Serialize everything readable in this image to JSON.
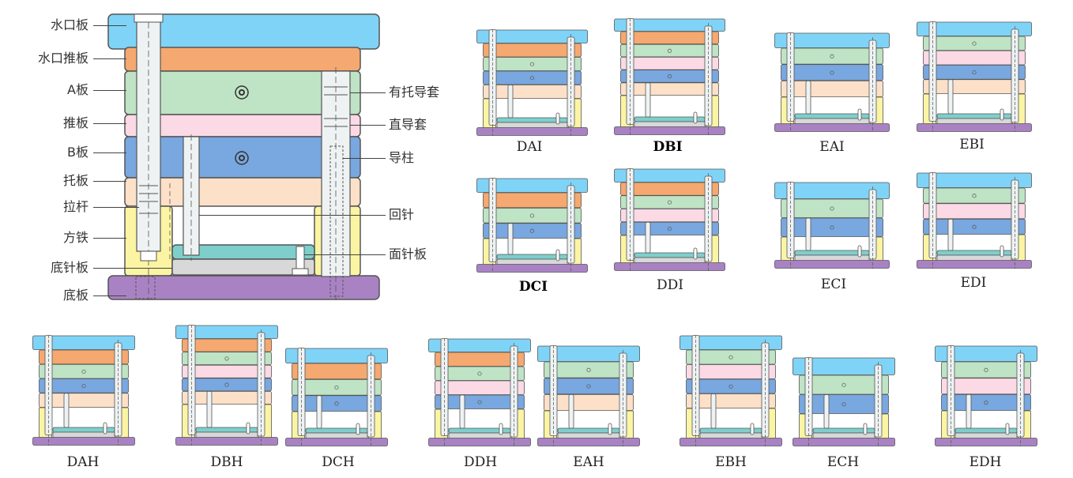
{
  "main_diagram": {
    "left_labels": {
      "sprue_plate": "水口板",
      "sprue_stripper_plate": "水口推板",
      "a_plate": "A板",
      "stripper_plate": "推板",
      "b_plate": "B板",
      "support_plate": "托板",
      "tie_rod": "拉杆",
      "spacer_block": "方铁",
      "ejector_retainer_plate": "底针板",
      "clamping_plate": "底板"
    },
    "right_labels": {
      "shoulder_bushing": "有托导套",
      "straight_bushing": "直导套",
      "guide_pillar": "导柱",
      "return_pin": "回针",
      "ejector_plate": "面针板"
    }
  },
  "captions": {
    "dai": "DAI",
    "dbi": "DBI",
    "eai": "EAI",
    "ebi": "EBI",
    "dci": "DCI",
    "ddi": "DDI",
    "eci": "ECI",
    "edi": "EDI",
    "dah": "DAH",
    "dbh": "DBH",
    "dch": "DCH",
    "ddh": "DDH",
    "eah": "EAH",
    "ebh": "EBH",
    "ech": "ECH",
    "edh": "EDH"
  },
  "colors": {
    "sprue_plate": "#7fd3f7",
    "sprue_stripper_plate": "#f5a86f",
    "a_plate": "#bfe3c5",
    "stripper_plate": "#fbd9e5",
    "b_plate": "#79a7df",
    "support_plate": "#fde0c8",
    "spacer_block": "#fbf4a3",
    "ejector_plate": "#7ecfcc",
    "ejector_retainer_plate": "#d8d8d8",
    "clamping_plate": "#a982c4",
    "outline": "#555555"
  }
}
